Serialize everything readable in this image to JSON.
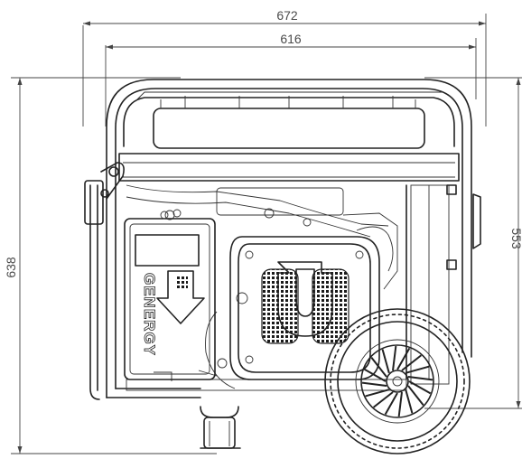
{
  "dimensions": {
    "overall_width": "672",
    "frame_width": "616",
    "overall_height": "638",
    "frame_height": "553"
  },
  "label": {
    "brand": "GENERGY"
  }
}
